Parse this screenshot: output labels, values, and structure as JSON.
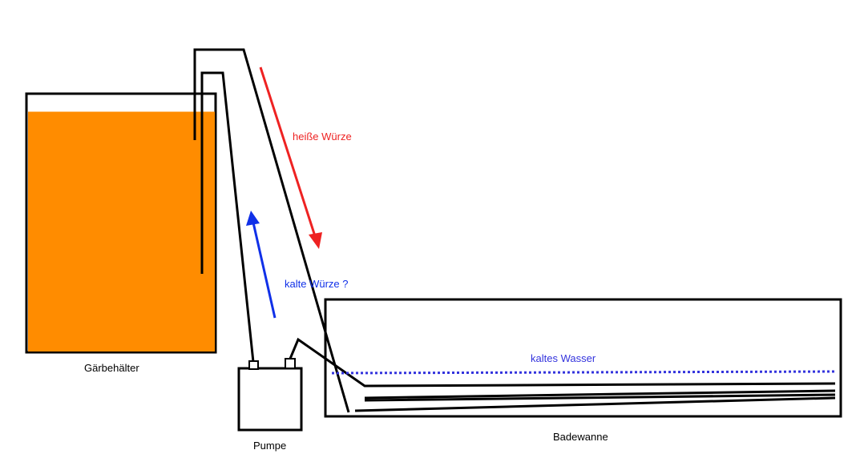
{
  "labels": {
    "tank": "Gärbehälter",
    "pump": "Pumpe",
    "tub": "Badewanne",
    "hot_wort": "heiße Würze",
    "cold_wort": "kalte Würze ?",
    "cold_water": "kaltes Wasser"
  },
  "colors": {
    "wort": "#ff8c00",
    "hot_arrow": "#ee2222",
    "cold_arrow": "#1030e8",
    "water_line": "#3333dd",
    "outline": "#000000"
  }
}
